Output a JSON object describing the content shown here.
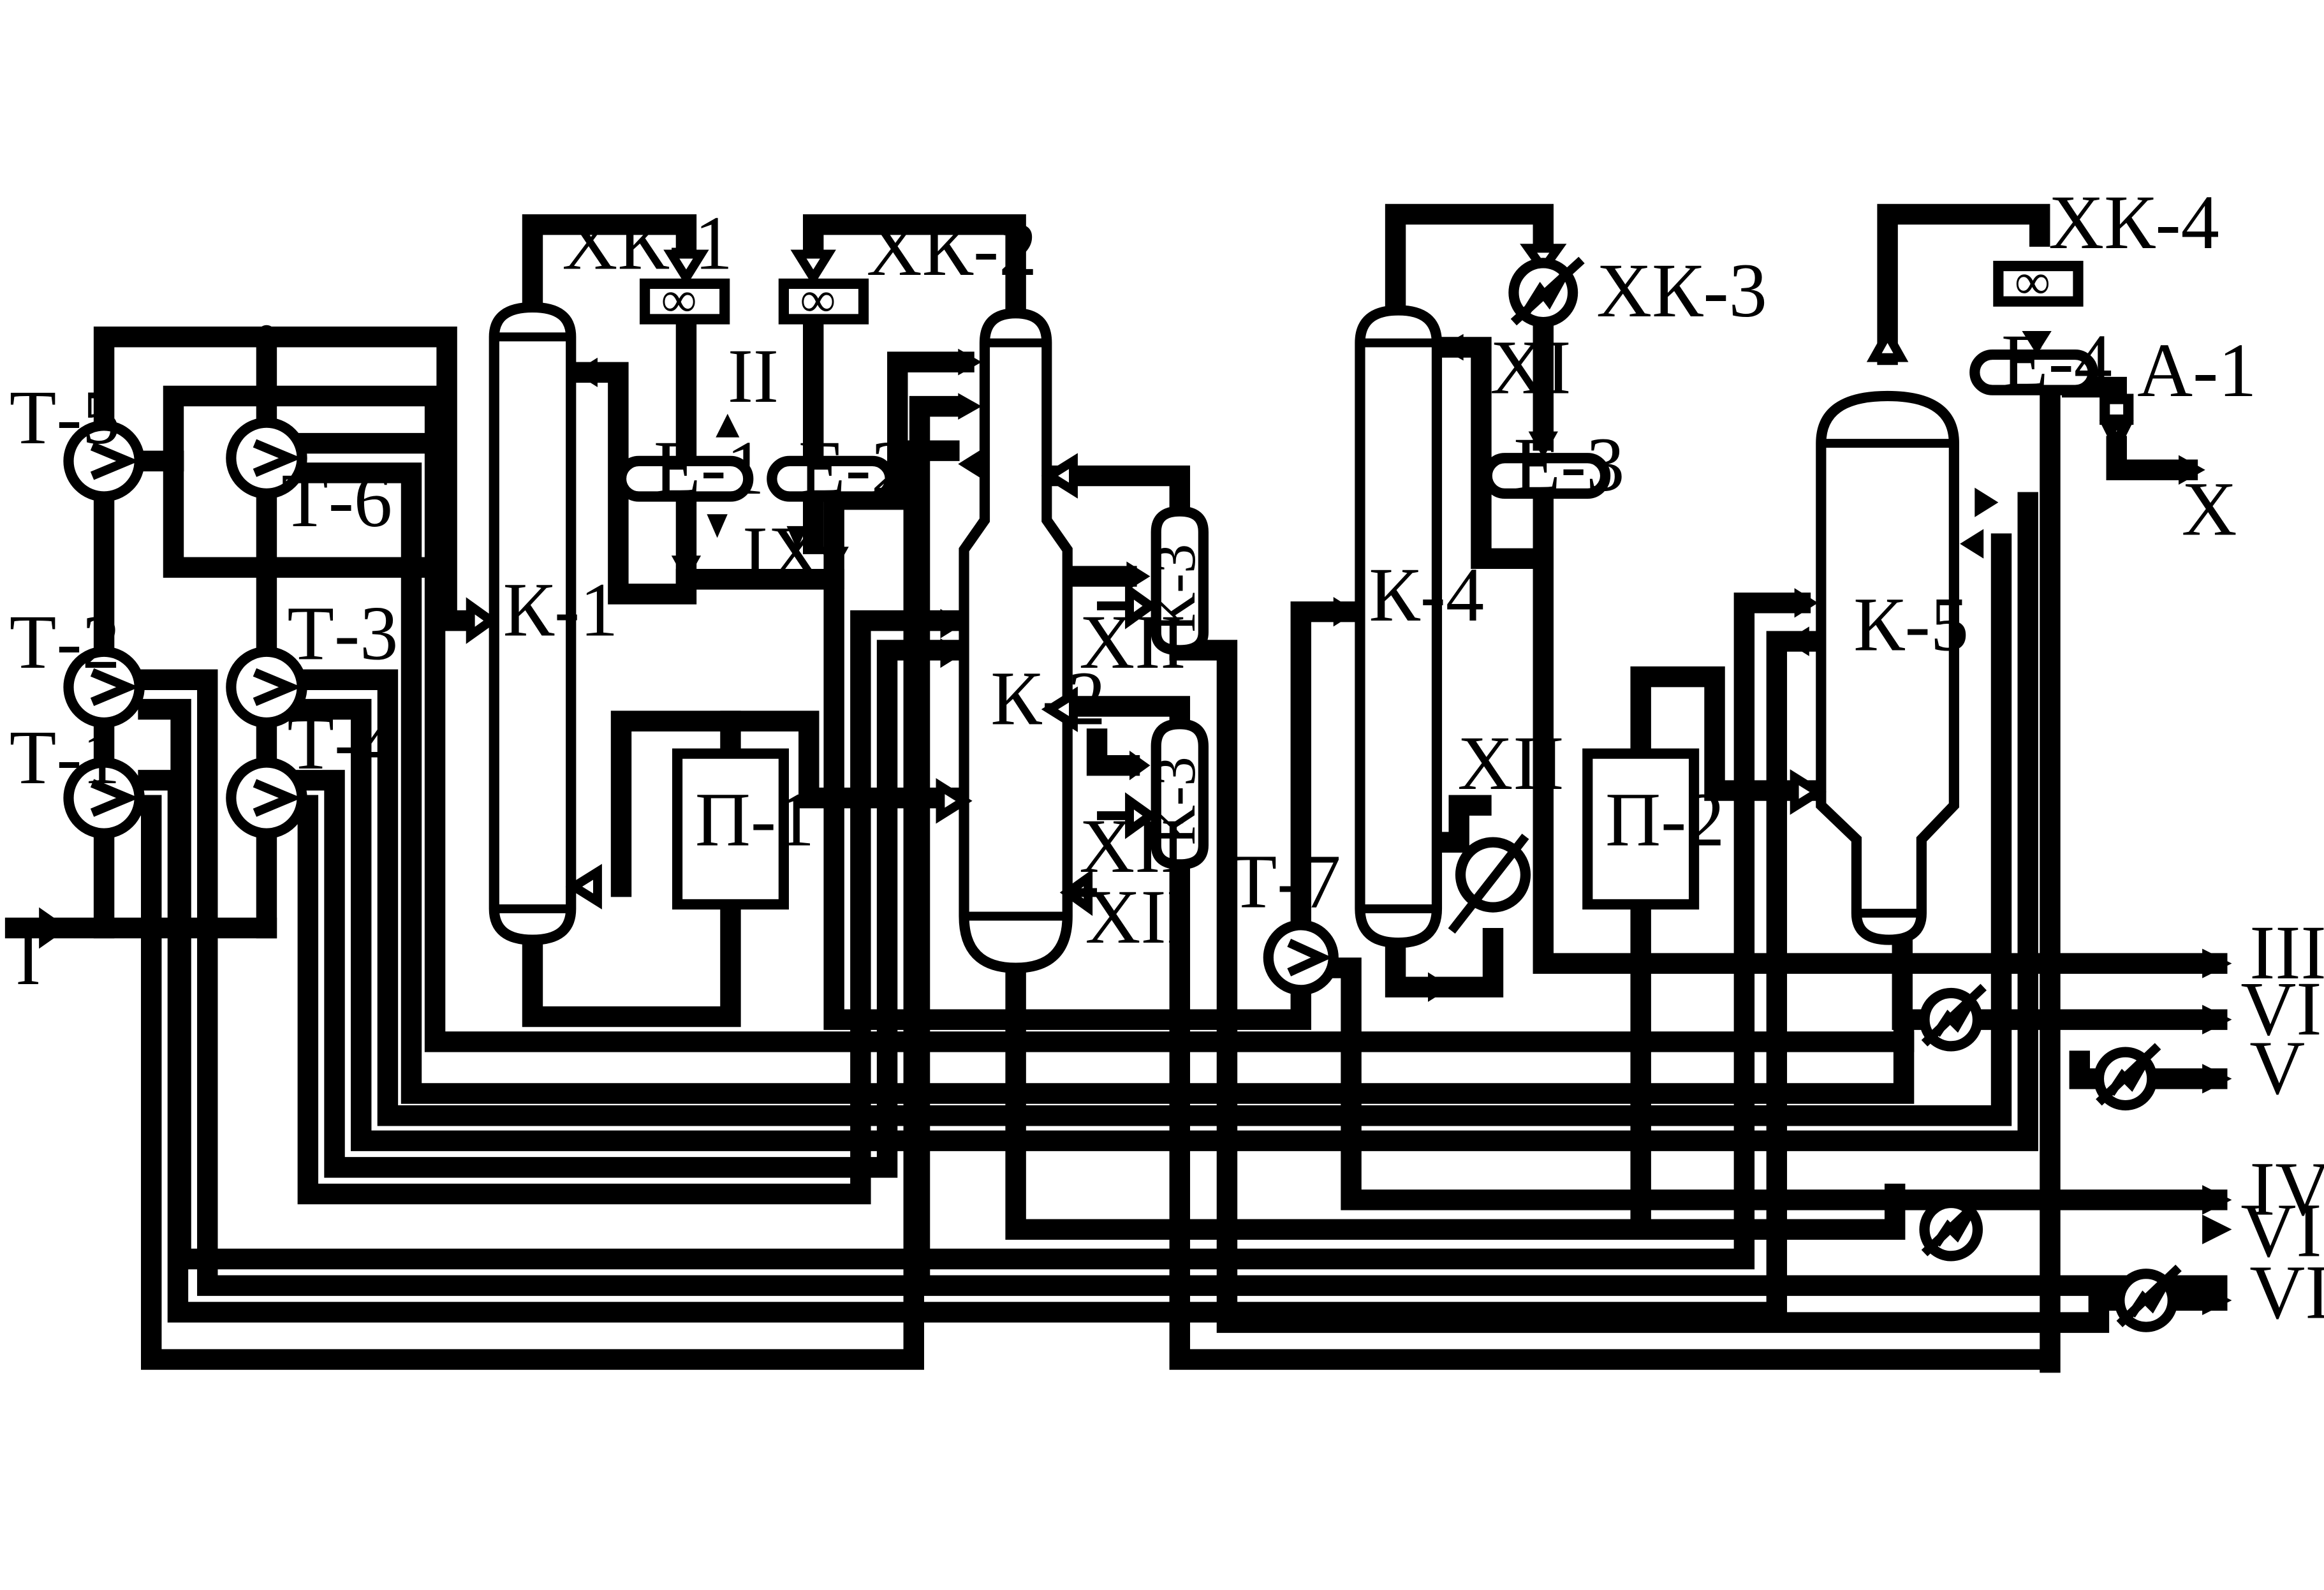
{
  "equipment": {
    "columns": {
      "k1": "К-1",
      "k2": "К-2",
      "k3_upper": "К-3",
      "k3_lower": "К-3",
      "k4": "К-4",
      "k5": "К-5"
    },
    "furnaces": {
      "p1": "П-1",
      "p2": "П-2"
    },
    "exchangers": {
      "t1": "Т-1",
      "t2": "Т-2",
      "t3": "Т-3",
      "t4": "Т-4",
      "t5": "Т-5",
      "t6": "Т-6",
      "t7": "Т-7"
    },
    "coolers": {
      "xk1": "ХК-1",
      "xk2": "ХК-2",
      "xk3": "ХК-3",
      "xk4": "ХК-4"
    },
    "vessels": {
      "e1": "Е-1",
      "e2": "Е-2",
      "e3": "Е-3",
      "e4": "Е-4"
    },
    "devices": {
      "a1": "А-1"
    }
  },
  "streams": {
    "feed": "I",
    "s2": "II",
    "s3": "III",
    "s4": "IV",
    "s5": "V",
    "s6": "VI",
    "s7": "VII",
    "s8": "VIII",
    "s9": "IX",
    "s10": "X",
    "s11": "XI",
    "steam": "XII"
  }
}
